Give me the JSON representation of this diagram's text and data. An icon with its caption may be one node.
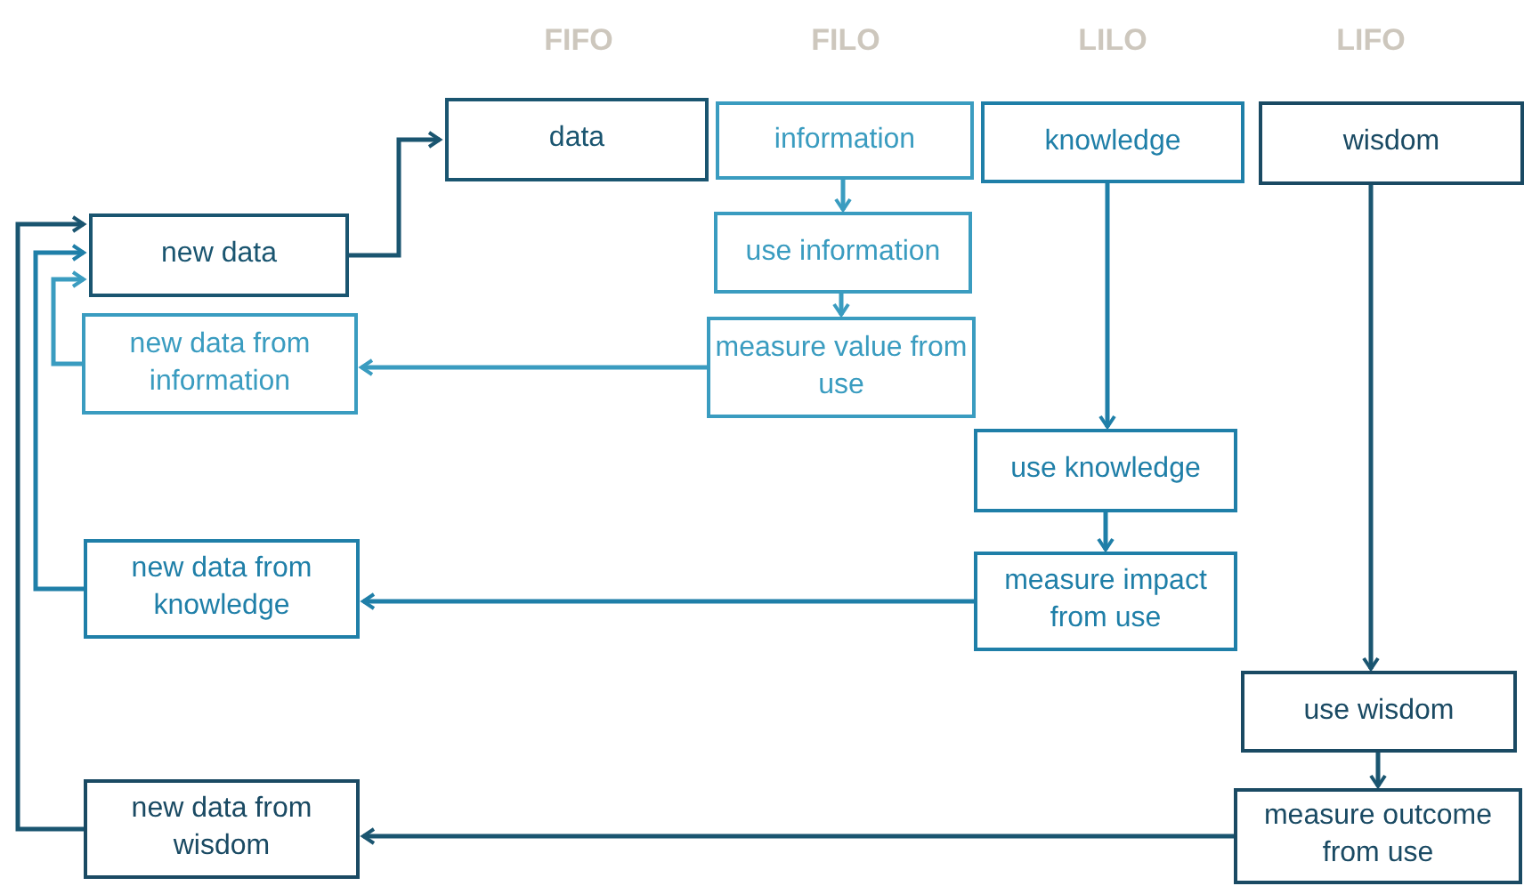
{
  "diagram": {
    "nodes": [
      {
        "text": [
          "data"
        ]
      },
      {
        "text": [
          "information"
        ]
      },
      {
        "text": [
          "knowledge"
        ]
      },
      {
        "text": [
          "wisdom"
        ]
      },
      {
        "text": [
          "new data"
        ]
      },
      {
        "text": [
          "use information"
        ]
      },
      {
        "text": [
          "measure value from use"
        ]
      },
      {
        "text": [
          "new data from information"
        ]
      },
      {
        "text": [
          "use knowledge"
        ]
      },
      {
        "text": [
          "measure impact from use"
        ]
      },
      {
        "text": [
          "new data from knowledge"
        ]
      },
      {
        "text": [
          "use wisdom"
        ]
      },
      {
        "text": [
          "measure outcome from use"
        ]
      },
      {
        "text": [
          "new data from wisdom"
        ]
      }
    ],
    "edges": [
      {
        "from": 4,
        "to": 0,
        "arrow": "to"
      },
      {
        "from": 1,
        "to": 5,
        "arrow": "to",
        "color": "#3a9cc0"
      },
      {
        "from": 5,
        "to": 6,
        "arrow": "to",
        "color": "#3a9cc0"
      },
      {
        "from": 6,
        "to": 7,
        "arrow": "to",
        "color": "#3a9cc0"
      },
      {
        "from": 7,
        "to": 4,
        "arrow": "to",
        "color": "#3a9cc0"
      },
      {
        "from": 2,
        "to": 8,
        "arrow": "to",
        "color": "#1f7fa8"
      },
      {
        "from": 8,
        "to": 9,
        "arrow": "to",
        "color": "#1f7fa8"
      },
      {
        "from": 9,
        "to": 10,
        "arrow": "to",
        "color": "#1f7fa8"
      },
      {
        "from": 10,
        "to": 4,
        "arrow": "to",
        "color": "#1f7fa8"
      },
      {
        "from": 3,
        "to": 11,
        "arrow": "to"
      },
      {
        "from": 11,
        "to": 12,
        "arrow": "to"
      },
      {
        "from": 12,
        "to": 13,
        "arrow": "to"
      },
      {
        "from": 13,
        "to": 4,
        "arrow": "to"
      }
    ],
    "labels": [
      "FIFO",
      "FILO",
      "LILO",
      "LIFO"
    ]
  }
}
